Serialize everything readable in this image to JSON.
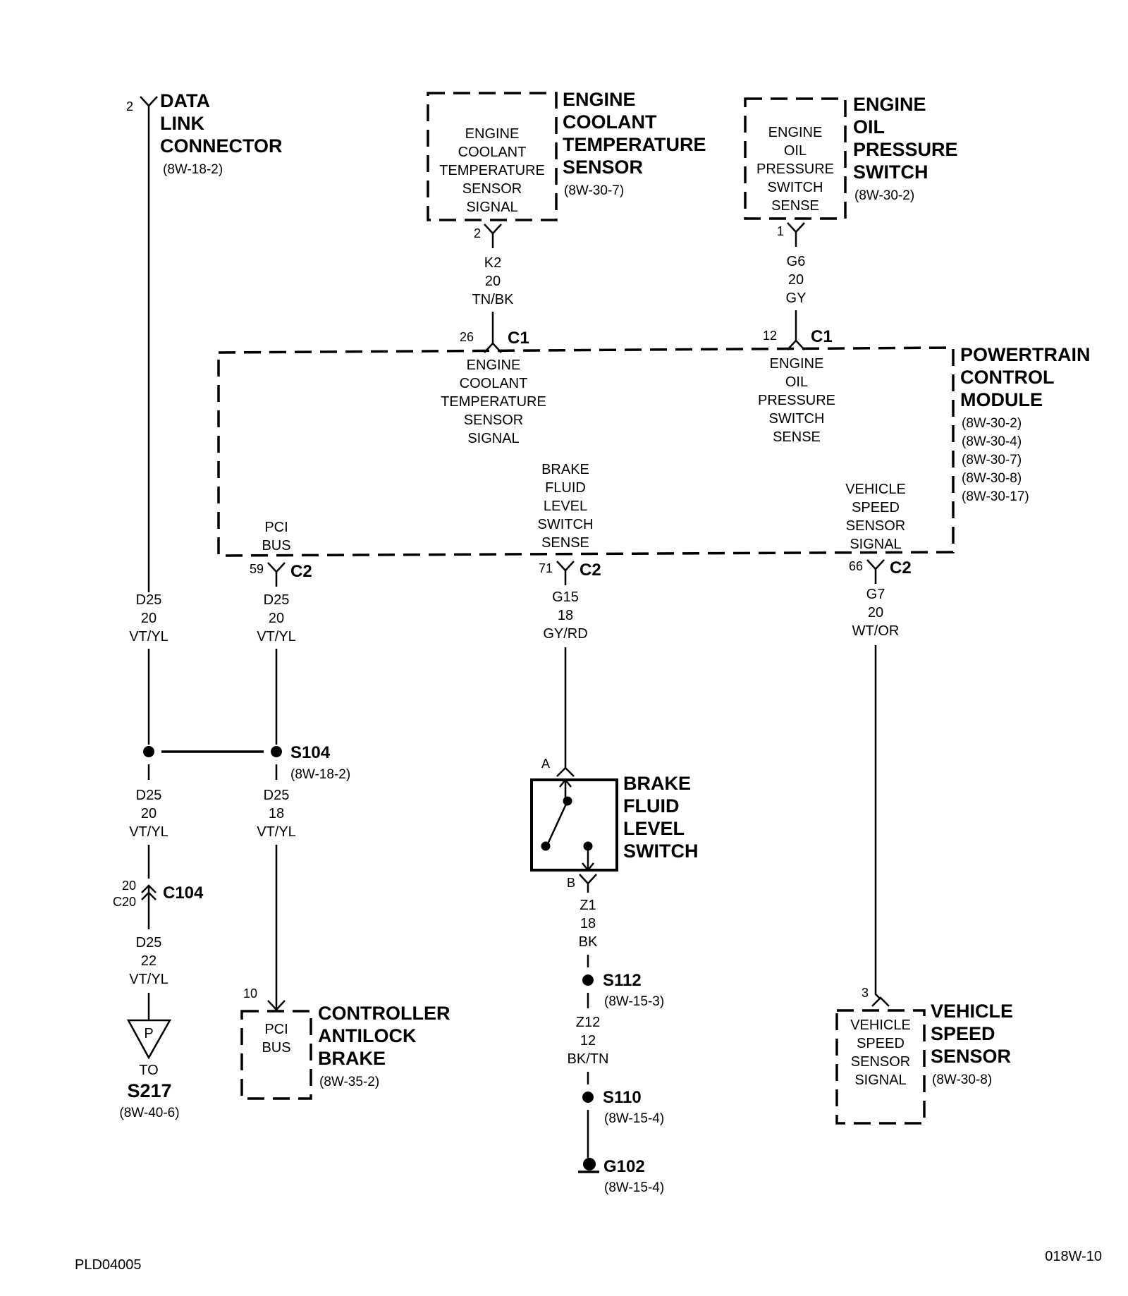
{
  "data_link_connector": {
    "pin": "2",
    "title": [
      "DATA",
      "LINK",
      "CONNECTOR"
    ],
    "ref": "(8W-18-2)"
  },
  "engine_coolant_temp_sensor": {
    "inner": [
      "ENGINE",
      "COOLANT",
      "TEMPERATURE",
      "SENSOR",
      "SIGNAL"
    ],
    "title": [
      "ENGINE",
      "COOLANT",
      "TEMPERATURE",
      "SENSOR"
    ],
    "ref": "(8W-30-7)",
    "pin": "2",
    "wire": [
      "K2",
      "20",
      "TN/BK"
    ]
  },
  "engine_oil_pressure_switch": {
    "inner": [
      "ENGINE",
      "OIL",
      "PRESSURE",
      "SWITCH",
      "SENSE"
    ],
    "title": [
      "ENGINE",
      "OIL",
      "PRESSURE",
      "SWITCH"
    ],
    "ref": "(8W-30-2)",
    "pin": "1",
    "wire": [
      "G6",
      "20",
      "GY"
    ]
  },
  "pcm": {
    "title": [
      "POWERTRAIN",
      "CONTROL",
      "MODULE"
    ],
    "refs": [
      "(8W-30-2)",
      "(8W-30-4)",
      "(8W-30-7)",
      "(8W-30-8)",
      "(8W-30-17)"
    ],
    "c1_ect": {
      "pin": "26",
      "conn": "C1",
      "label": [
        "ENGINE",
        "COOLANT",
        "TEMPERATURE",
        "SENSOR",
        "SIGNAL"
      ]
    },
    "c1_oil": {
      "pin": "12",
      "conn": "C1",
      "label": [
        "ENGINE",
        "OIL",
        "PRESSURE",
        "SWITCH",
        "SENSE"
      ]
    },
    "c2_pci": {
      "pin": "59",
      "conn": "C2",
      "label": [
        "PCI",
        "BUS"
      ]
    },
    "c2_brake": {
      "pin": "71",
      "conn": "C2",
      "label": [
        "BRAKE",
        "FLUID",
        "LEVEL",
        "SWITCH",
        "SENSE"
      ]
    },
    "c2_vss": {
      "pin": "66",
      "conn": "C2",
      "label": [
        "VEHICLE",
        "SPEED",
        "SENSOR",
        "SIGNAL"
      ]
    }
  },
  "wires": {
    "dlc_d25": [
      "D25",
      "20",
      "VT/YL"
    ],
    "pci_d25": [
      "D25",
      "20",
      "VT/YL"
    ],
    "brake_g15": [
      "G15",
      "18",
      "GY/RD"
    ],
    "vss_g7": [
      "G7",
      "20",
      "WT/OR"
    ],
    "left_lower_d25": [
      "D25",
      "20",
      "VT/YL"
    ],
    "s104_d25": [
      "D25",
      "18",
      "VT/YL"
    ],
    "c104_d25": [
      "D25",
      "22",
      "VT/YL"
    ],
    "z1": [
      "Z1",
      "18",
      "BK"
    ],
    "z12": [
      "Z12",
      "12",
      "BK/TN"
    ]
  },
  "splices": {
    "s104": {
      "name": "S104",
      "ref": "(8W-18-2)"
    },
    "s112": {
      "name": "S112",
      "ref": "(8W-15-3)"
    },
    "s110": {
      "name": "S110",
      "ref": "(8W-15-4)"
    },
    "g102": {
      "name": "G102",
      "ref": "(8W-15-4)"
    }
  },
  "c104": {
    "pin_top": "20",
    "pin_bottom": "C20",
    "name": "C104"
  },
  "s217_link": {
    "symbol": "P",
    "to": "TO",
    "name": "S217",
    "ref": "(8W-40-6)"
  },
  "abs": {
    "pin": "10",
    "inner": [
      "PCI",
      "BUS"
    ],
    "title": [
      "CONTROLLER",
      "ANTILOCK",
      "BRAKE"
    ],
    "ref": "(8W-35-2)"
  },
  "brake_switch": {
    "pin_a": "A",
    "pin_b": "B",
    "title": [
      "BRAKE",
      "FLUID",
      "LEVEL",
      "SWITCH"
    ]
  },
  "vss": {
    "pin": "3",
    "inner": [
      "VEHICLE",
      "SPEED",
      "SENSOR",
      "SIGNAL"
    ],
    "title": [
      "VEHICLE",
      "SPEED",
      "SENSOR"
    ],
    "ref": "(8W-30-8)"
  },
  "footer": {
    "left": "PLD04005",
    "right": "018W-10"
  }
}
